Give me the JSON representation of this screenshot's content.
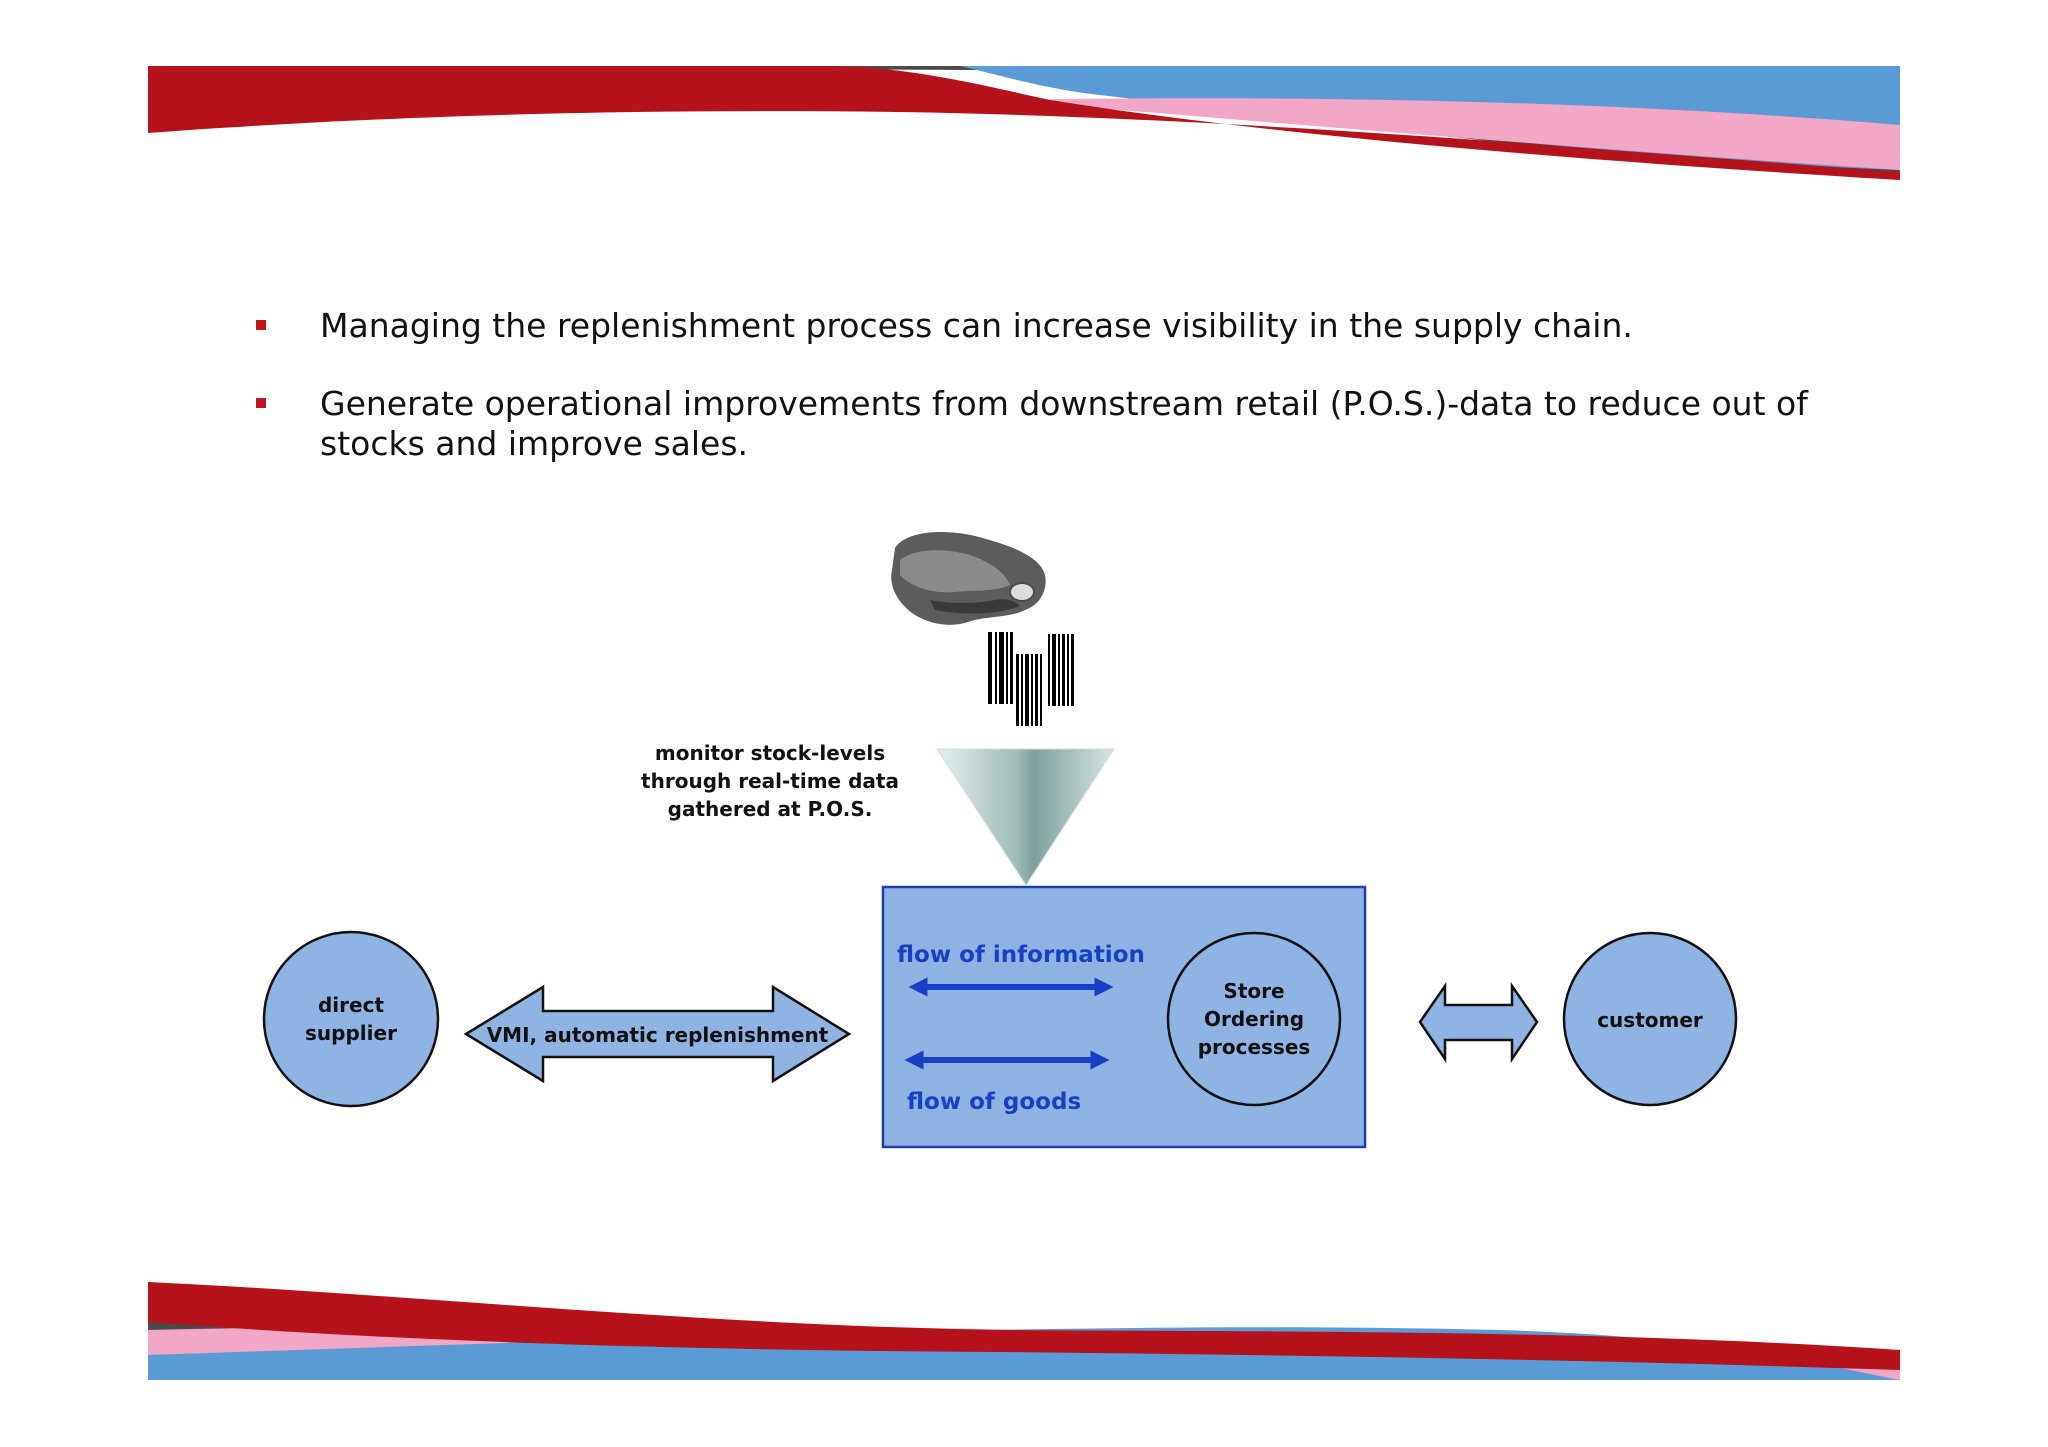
{
  "bullets": [
    {
      "text": "Managing the replenishment process can increase visibility in the supply chain."
    },
    {
      "text": "Generate operational improvements from downstream retail (P.O.S.)-data to reduce out of stocks and improve sales."
    }
  ],
  "diagram": {
    "pos_caption": [
      "monitor stock-levels",
      "through real-time data",
      "gathered at P.O.S."
    ],
    "supplier": {
      "lines": [
        "direct",
        "supplier"
      ]
    },
    "vmi_arrow": {
      "label": "VMI, automatic replenishment"
    },
    "store_box": {
      "info_label": "flow of information",
      "goods_label": "flow of goods",
      "circle_lines": [
        "Store",
        "Ordering",
        "processes"
      ]
    },
    "customer": {
      "label": "customer"
    }
  },
  "colors": {
    "brand_red": "#b5121b",
    "brand_pink": "#f2a7c6",
    "brand_blue": "#5b9bd5",
    "brand_grey": "#4a4a4a",
    "node_fill": "#8fb4e3",
    "flow_blue": "#1a3fc7"
  }
}
